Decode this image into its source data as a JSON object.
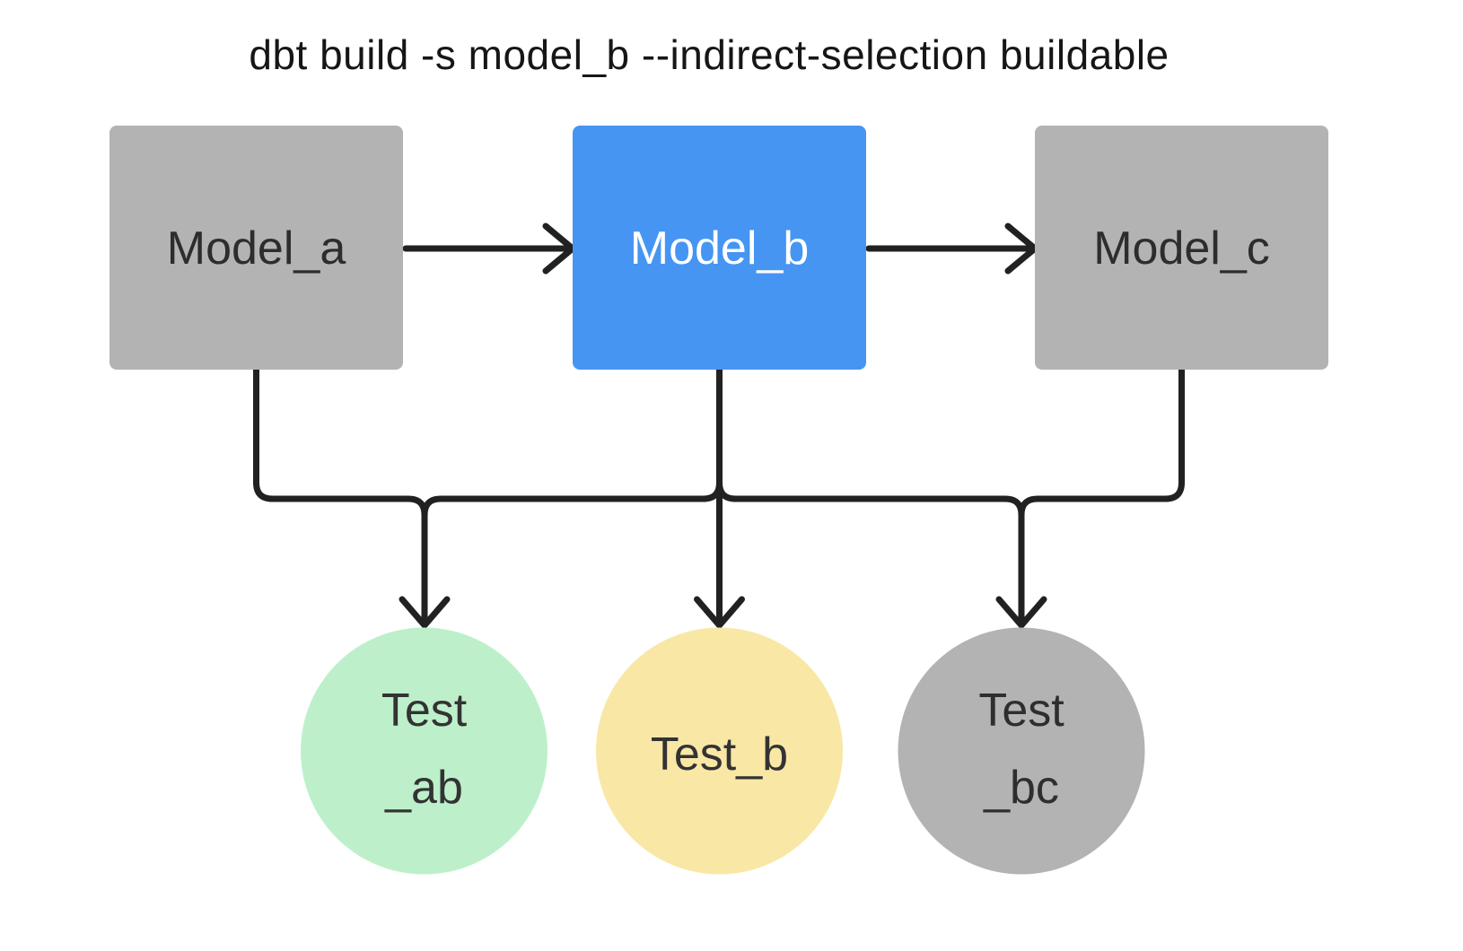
{
  "title": "dbt build -s model_b --indirect-selection buildable",
  "colors": {
    "background": "#ffffff",
    "edge": "#212121",
    "title_text": "#161616",
    "model_gray": "#b3b3b3",
    "model_selected_blue": "#4695f3",
    "test_green": "#bdf0ca",
    "test_yellow": "#f9e7a6",
    "test_gray": "#b3b3b3"
  },
  "models": [
    {
      "id": "model_a",
      "label": "Model_a",
      "fill": "#b3b3b3",
      "text_color": "#2d2d2d",
      "selected": false
    },
    {
      "id": "model_b",
      "label": "Model_b",
      "fill": "#4695f3",
      "text_color": "#ffffff",
      "selected": true
    },
    {
      "id": "model_c",
      "label": "Model_c",
      "fill": "#b3b3b3",
      "text_color": "#2d2d2d",
      "selected": false
    }
  ],
  "tests": [
    {
      "id": "test_ab",
      "label_line1": "Test",
      "label_line2": "_ab",
      "fill": "#bdf0ca",
      "text_color": "#333333"
    },
    {
      "id": "test_b",
      "label_line1": "Test_b",
      "label_line2": "",
      "fill": "#f9e7a6",
      "text_color": "#333333"
    },
    {
      "id": "test_bc",
      "label_line1": "Test",
      "label_line2": "_bc",
      "fill": "#b3b3b3",
      "text_color": "#2e2e2e"
    }
  ],
  "edges": [
    {
      "from": "model_a",
      "to": "model_b"
    },
    {
      "from": "model_b",
      "to": "model_c"
    },
    {
      "from": "model_a",
      "to": "test_ab"
    },
    {
      "from": "model_b",
      "to": "test_ab"
    },
    {
      "from": "model_b",
      "to": "test_b"
    },
    {
      "from": "model_b",
      "to": "test_bc"
    },
    {
      "from": "model_c",
      "to": "test_bc"
    }
  ]
}
